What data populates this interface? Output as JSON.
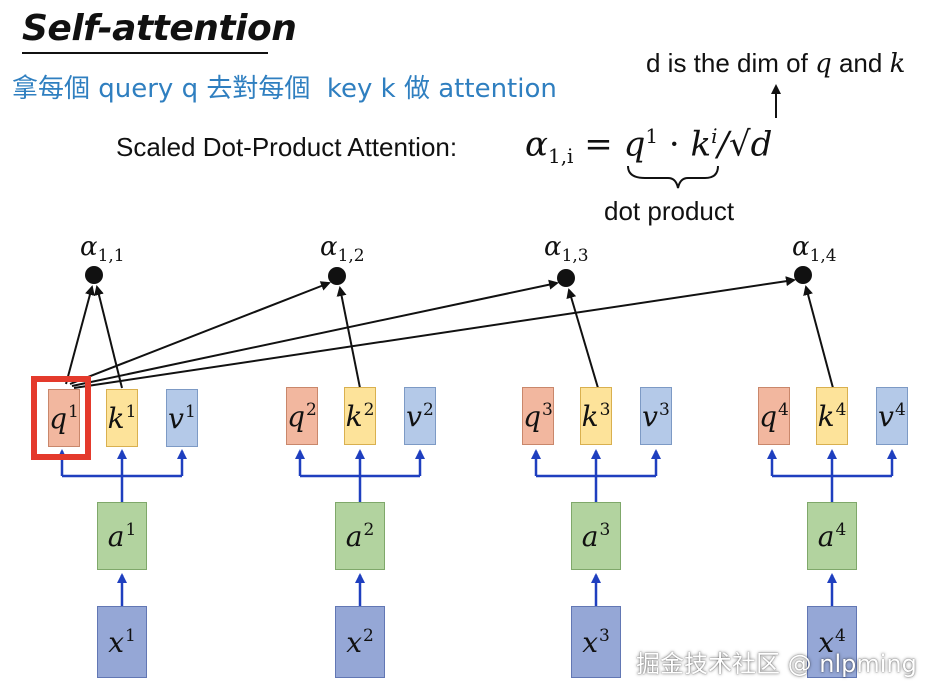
{
  "title": "Self-attention",
  "subtitle": "拿每個 query q 去對每個  key k 做 attention",
  "dim_note": {
    "prefix": "d is the dim of ",
    "q": "q",
    "mid": " and ",
    "k": "k"
  },
  "formula": {
    "label": "Scaled Dot-Product Attention:",
    "alpha": "α",
    "alpha_sub": "1,i",
    "equals": " = ",
    "q": "q",
    "q_sup": "1",
    "dot": " · ",
    "k": "k",
    "k_sup": "i",
    "tail": "/√d"
  },
  "dot_product_label": "dot product",
  "alphas": [
    {
      "symbol": "α",
      "sub": "1,1"
    },
    {
      "symbol": "α",
      "sub": "1,2"
    },
    {
      "symbol": "α",
      "sub": "1,3"
    },
    {
      "symbol": "α",
      "sub": "1,4"
    }
  ],
  "columns": [
    {
      "q": "q",
      "k": "k",
      "v": "v",
      "a": "a",
      "x": "x",
      "sup": "1"
    },
    {
      "q": "q",
      "k": "k",
      "v": "v",
      "a": "a",
      "x": "x",
      "sup": "2"
    },
    {
      "q": "q",
      "k": "k",
      "v": "v",
      "a": "a",
      "x": "x",
      "sup": "3"
    },
    {
      "q": "q",
      "k": "k",
      "v": "v",
      "a": "a",
      "x": "x",
      "sup": "4"
    }
  ],
  "watermark": "掘金技术社区 @ nlpming",
  "colors": {
    "query": "#f2b79f",
    "key": "#fde39a",
    "value": "#b4c9e8",
    "a": "#b2d39f",
    "x": "#95a7d6",
    "highlight": "#e43a2c",
    "subtitle": "#2f7fc0",
    "connector": "#1f3fbf"
  }
}
